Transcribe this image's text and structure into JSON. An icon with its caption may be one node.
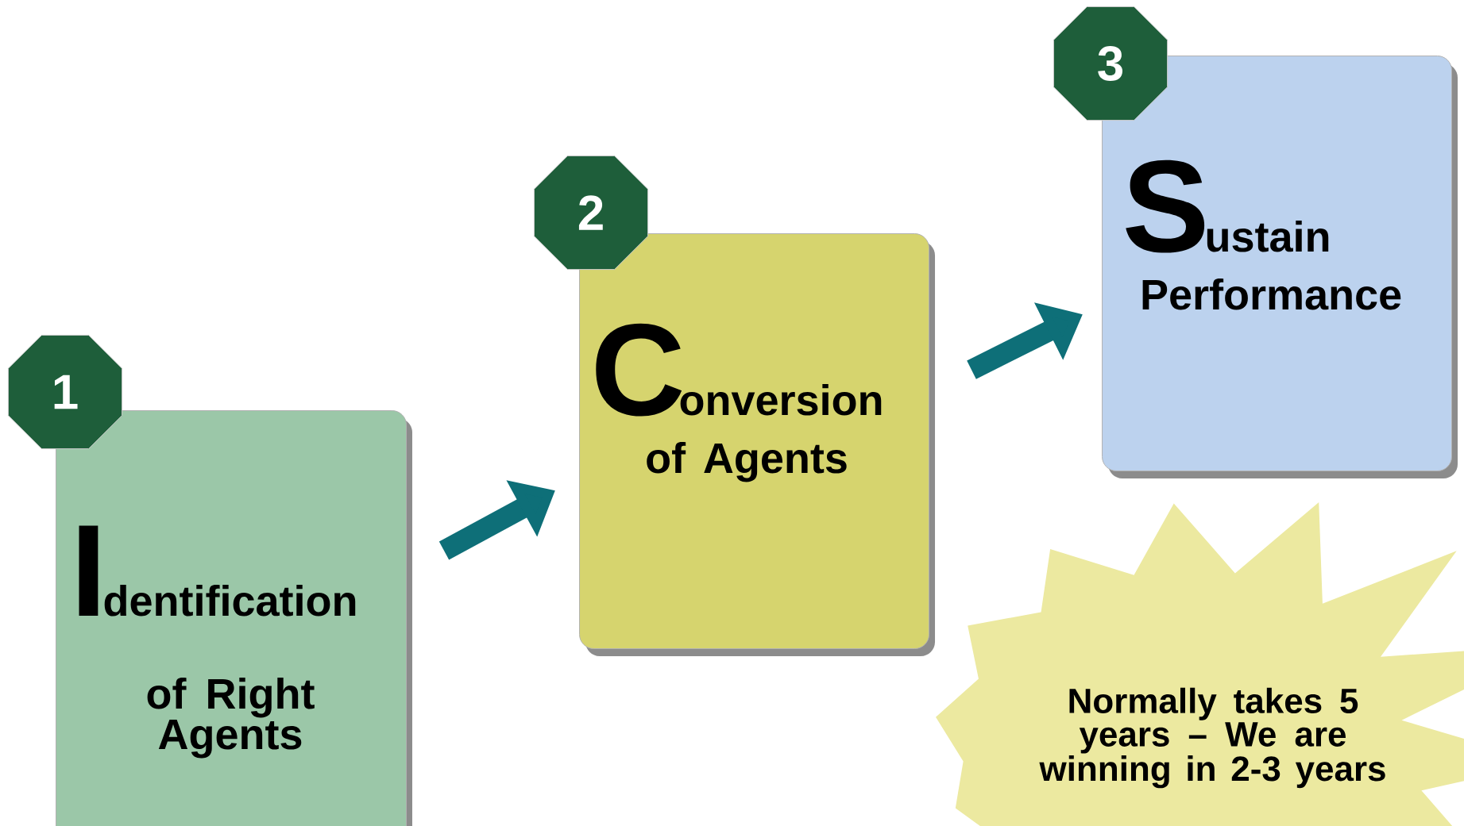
{
  "diagram": {
    "nodes": [
      {
        "text": [
          "1"
        ]
      },
      {
        "text": [
          "I",
          "dentification",
          "of Right Agents"
        ]
      },
      {
        "text": [
          "2"
        ]
      },
      {
        "text": [
          "C",
          "onversion",
          "of Agents"
        ]
      },
      {
        "text": [
          "3"
        ]
      },
      {
        "text": [
          "S",
          "ustain",
          "Performance"
        ]
      },
      {
        "text": [
          "Normally takes 5 years – We are winning in 2-3 years"
        ]
      }
    ],
    "edges": [
      {
        "from": 1,
        "to": 3,
        "arrow": "to"
      },
      {
        "from": 3,
        "to": 5,
        "arrow": "to"
      }
    ]
  }
}
